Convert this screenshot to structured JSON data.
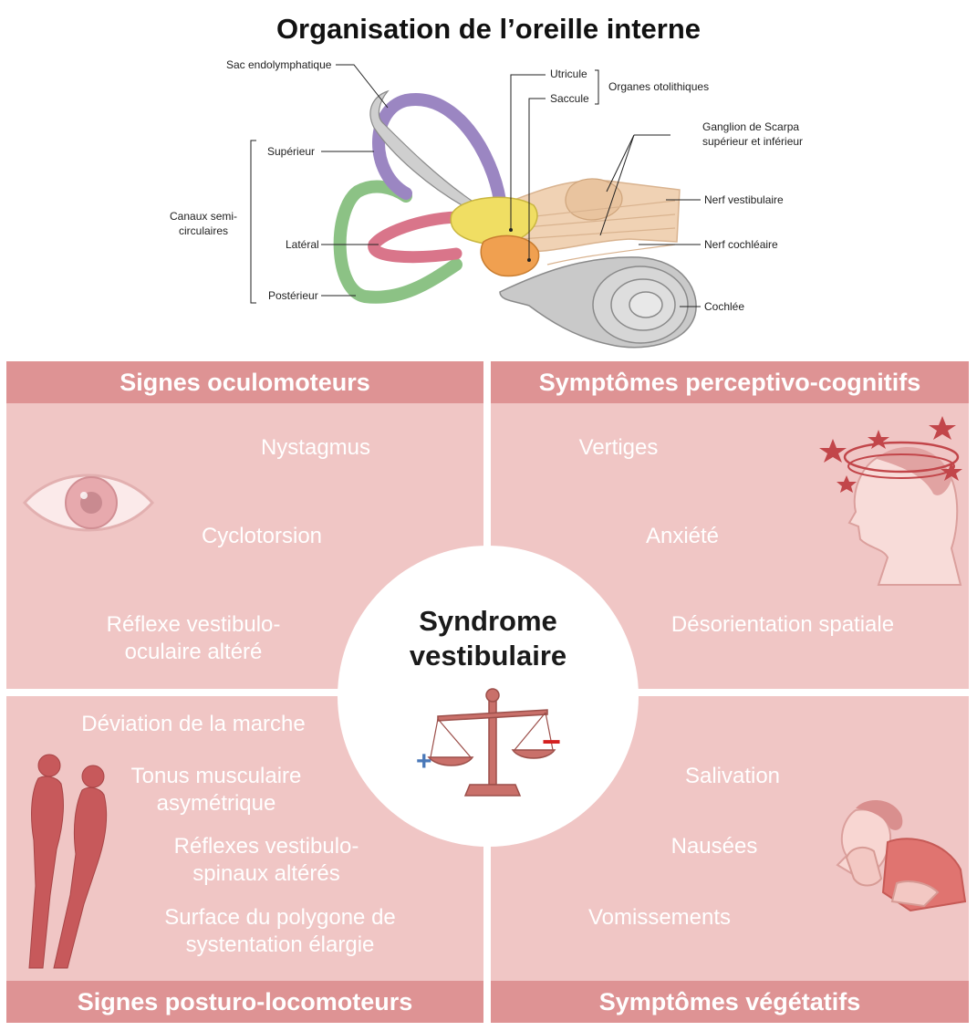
{
  "title": "Organisation de l’oreille interne",
  "ear_labels": {
    "sac_endolymphatique": "Sac endolymphatique",
    "utricule": "Utricule",
    "saccule": "Saccule",
    "organes_otolithiques": "Organes otolithiques",
    "ganglion_scarpa_1": "Ganglion de Scarpa",
    "ganglion_scarpa_2": "supérieur et inférieur",
    "superieur": "Supérieur",
    "canaux_1": "Canaux semi-",
    "canaux_2": "circulaires",
    "lateral": "Latéral",
    "posterieur": "Postérieur",
    "nerf_vestibulaire": "Nerf vestibulaire",
    "nerf_cochleaire": "Nerf cochléaire",
    "cochlee": "Cochlée"
  },
  "quadrants": {
    "oculomoteurs": {
      "title": "Signes oculomoteurs",
      "items": [
        "Nystagmus",
        "Cyclotorsion",
        "Réflexe vestibulo-",
        "oculaire altéré"
      ]
    },
    "perceptifs": {
      "title": "Symptômes perceptivo-cognitifs",
      "items": [
        "Vertiges",
        "Anxiété",
        "Désorientation spatiale"
      ]
    },
    "posturaux": {
      "title": "Signes posturo-locomoteurs",
      "items": [
        "Déviation de la marche",
        "Tonus musculaire",
        "asymétrique",
        "Réflexes vestibulo-",
        "spinaux altérés",
        "Surface du polygone de",
        "systentation élargie"
      ]
    },
    "vegetatifs": {
      "title": "Symptômes végétatifs",
      "items": [
        "Salivation",
        "Nausées",
        "Vomissements"
      ]
    }
  },
  "center": {
    "title_line1": "Syndrome",
    "title_line2": "vestibulaire",
    "plus": "+",
    "minus": "−"
  },
  "colors": {
    "panel": "#f0c6c5",
    "band": "#de9394",
    "superior_canal": "#9b86c2",
    "lateral_canal": "#d9758a",
    "posterior_canal": "#8cc285",
    "utricle": "#f0de63",
    "saccule": "#f0a050",
    "nerve": "#f0d2b4",
    "cochlea": "#c9c9c9"
  },
  "icons": [
    "eye-icon",
    "dizzy-head-icon",
    "walking-figures-icon",
    "nauseous-person-icon",
    "balance-scale-icon"
  ]
}
